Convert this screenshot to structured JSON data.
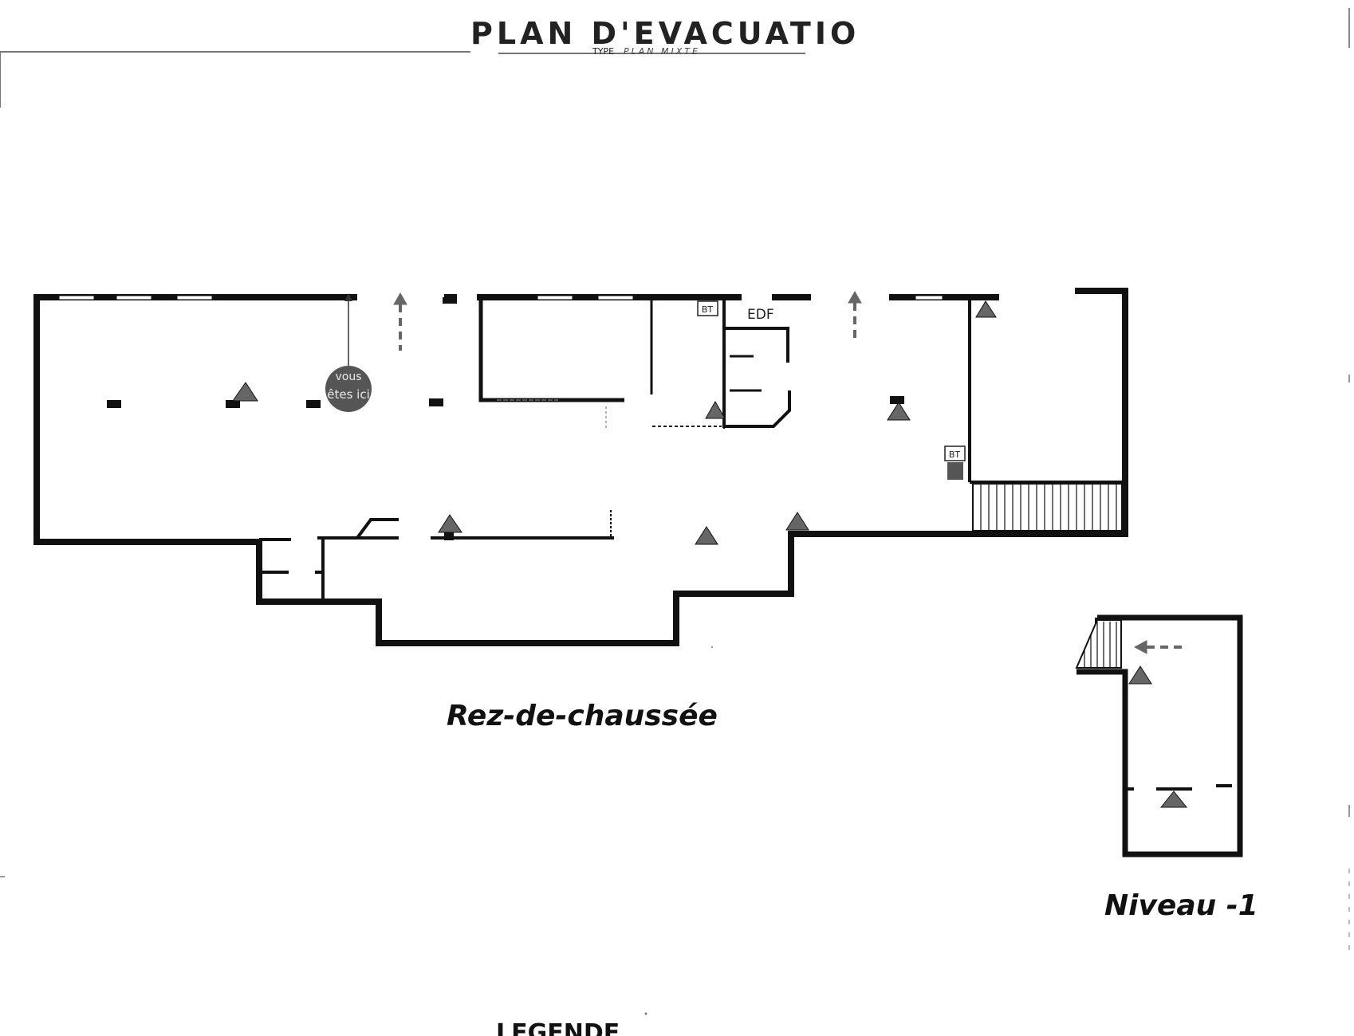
{
  "header": {
    "title": "PLAN  D'EVACUATIO",
    "subtitle_type": "TYPE",
    "subtitle_kind": "PLAN MIXTE"
  },
  "ground_floor": {
    "label": "Rez-de-chaussée",
    "you_are_here_line1": "vous",
    "you_are_here_line2": "êtes ici",
    "edf_label": "EDF",
    "bt_label_1": "BT",
    "bt_label_2": "BT"
  },
  "basement": {
    "label": "Niveau -1"
  },
  "legend": {
    "title": "LEGENDE"
  },
  "colors": {
    "wall": "#111111",
    "symbol": "#6b6b6b",
    "marker": "#555555",
    "window": "#ffffff"
  }
}
